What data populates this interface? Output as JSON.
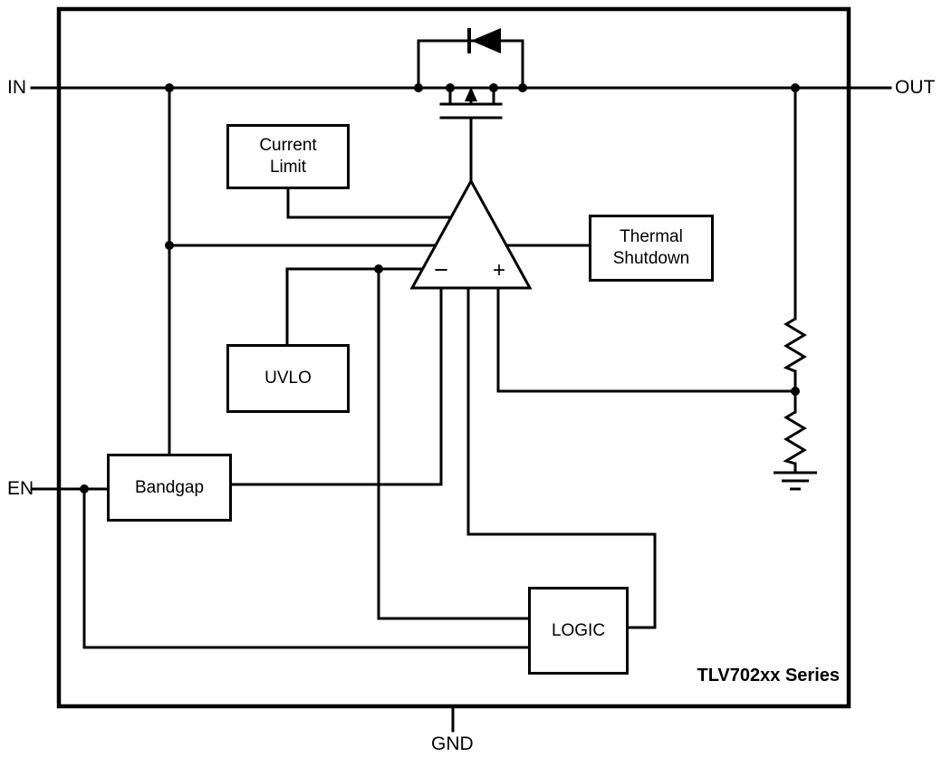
{
  "diagram": {
    "title": "TLV702xx Series",
    "pins": {
      "in": "IN",
      "out": "OUT",
      "en": "EN",
      "gnd": "GND"
    },
    "blocks": {
      "current_limit_line1": "Current",
      "current_limit_line2": "Limit",
      "thermal_line1": "Thermal",
      "thermal_line2": "Shutdown",
      "uvlo": "UVLO",
      "bandgap": "Bandgap",
      "logic": "LOGIC"
    },
    "amplifier": {
      "minus_label": "−",
      "plus_label": "+"
    },
    "colors": {
      "wire": "#000000",
      "background": "#ffffff"
    }
  }
}
